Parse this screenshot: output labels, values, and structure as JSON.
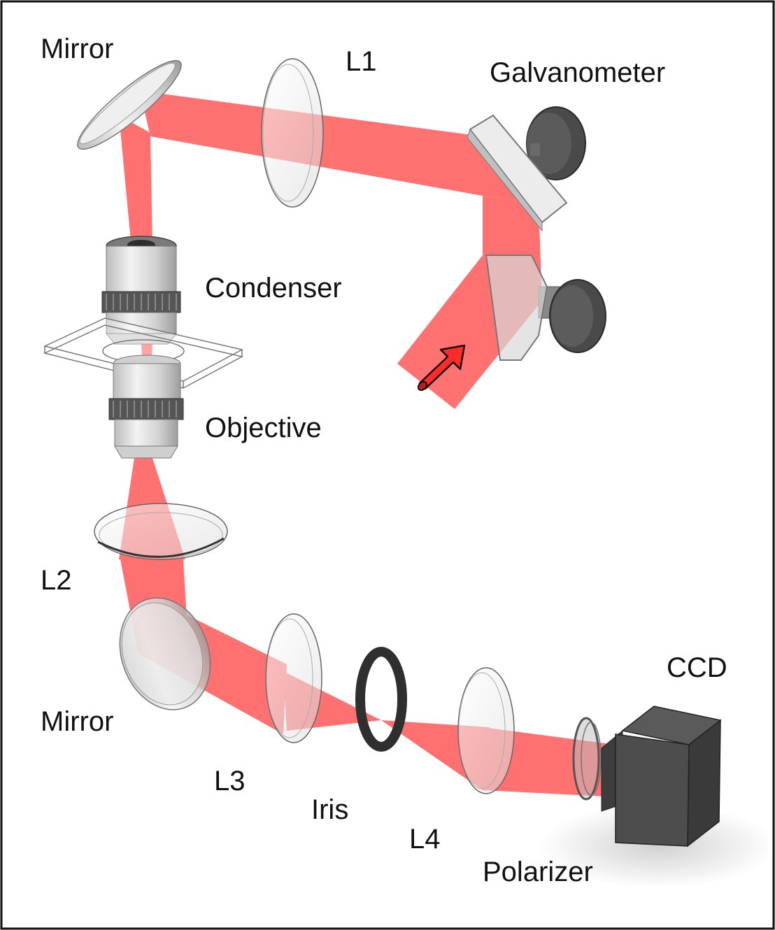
{
  "labels": {
    "mirror_top": "Mirror",
    "l1": "L1",
    "galvanometer": "Galvanometer",
    "condenser": "Condenser",
    "objective": "Objective",
    "l2": "L2",
    "mirror_bottom": "Mirror",
    "l3": "L3",
    "iris": "Iris",
    "l4": "L4",
    "polarizer": "Polarizer",
    "ccd": "CCD"
  },
  "colors": {
    "beam": "#ff3b3b",
    "beam_core": "#e81414",
    "frame": "#111111",
    "metal": "#d8d8d8",
    "dark_component": "#4a4a4a",
    "glass": "#f4f4f4"
  },
  "icons": {
    "input_beam_direction": "arrow-icon"
  }
}
